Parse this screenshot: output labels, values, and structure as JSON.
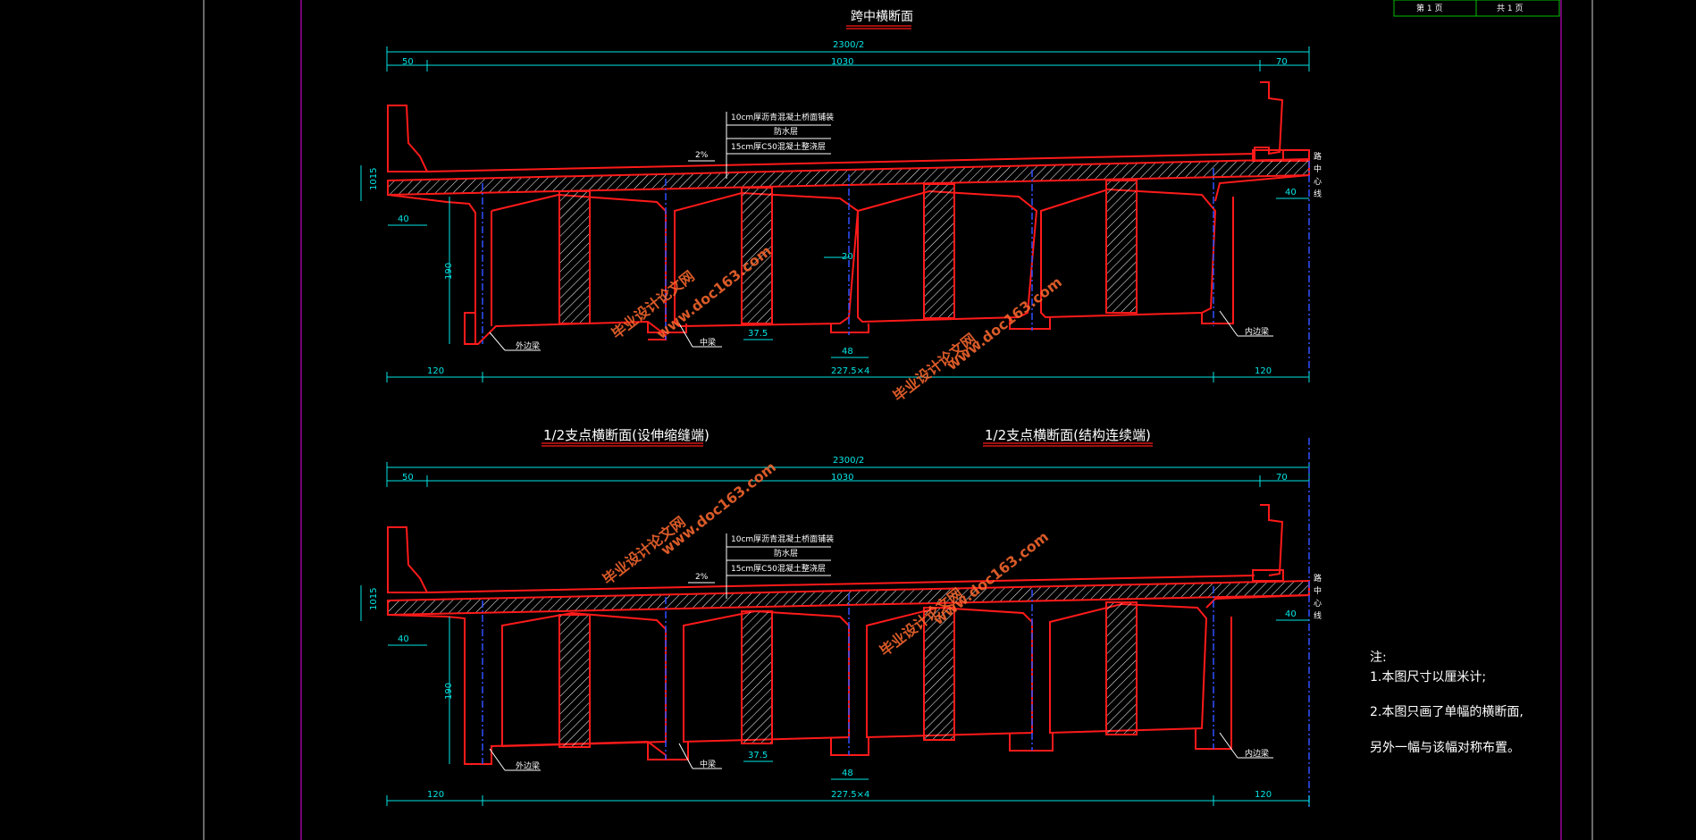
{
  "titles": {
    "midspan": "跨中横断面",
    "support_expansion": "1/2支点横断面(设伸缩缝端)",
    "support_continuous": "1/2支点横断面(结构连续端)"
  },
  "titleblock": {
    "sheet": "第 1 页",
    "total": "共 1 页"
  },
  "dimensions": {
    "total_width": "2300/2",
    "left_curb": "50",
    "carriageway": "1030",
    "right_rail": "70",
    "edge_overhang": "120",
    "beam_spacing": "227.5×4",
    "flange_40": "40",
    "height_190": "190",
    "depth_side": "1015",
    "web_20": "20",
    "bottom_37_5": "37.5",
    "bottom_48": "48"
  },
  "pavement_layers": [
    "10cm厚沥青混凝土桥面铺装",
    "防水层",
    "15cm厚C50混凝土整浇层"
  ],
  "labels": {
    "slope": "2%",
    "outer_beam": "外边梁",
    "middle_beam": "中梁",
    "inner_beam": "内边梁",
    "road_center": [
      "路",
      "中",
      "心",
      "线"
    ]
  },
  "notes": [
    "注:",
    "1.本图尺寸以厘米计;",
    "2.本图只画了单幅的横断面,",
    "另外一幅与该幅对称布置。"
  ],
  "watermark": {
    "cn": "毕业设计论文网",
    "url": "www.doc163.com"
  },
  "colors": {
    "background": "#000000",
    "structure": "#ff1a1a",
    "dimension": "#00e5e5",
    "frame": "#c000c0",
    "centerline": "#3050ff"
  }
}
